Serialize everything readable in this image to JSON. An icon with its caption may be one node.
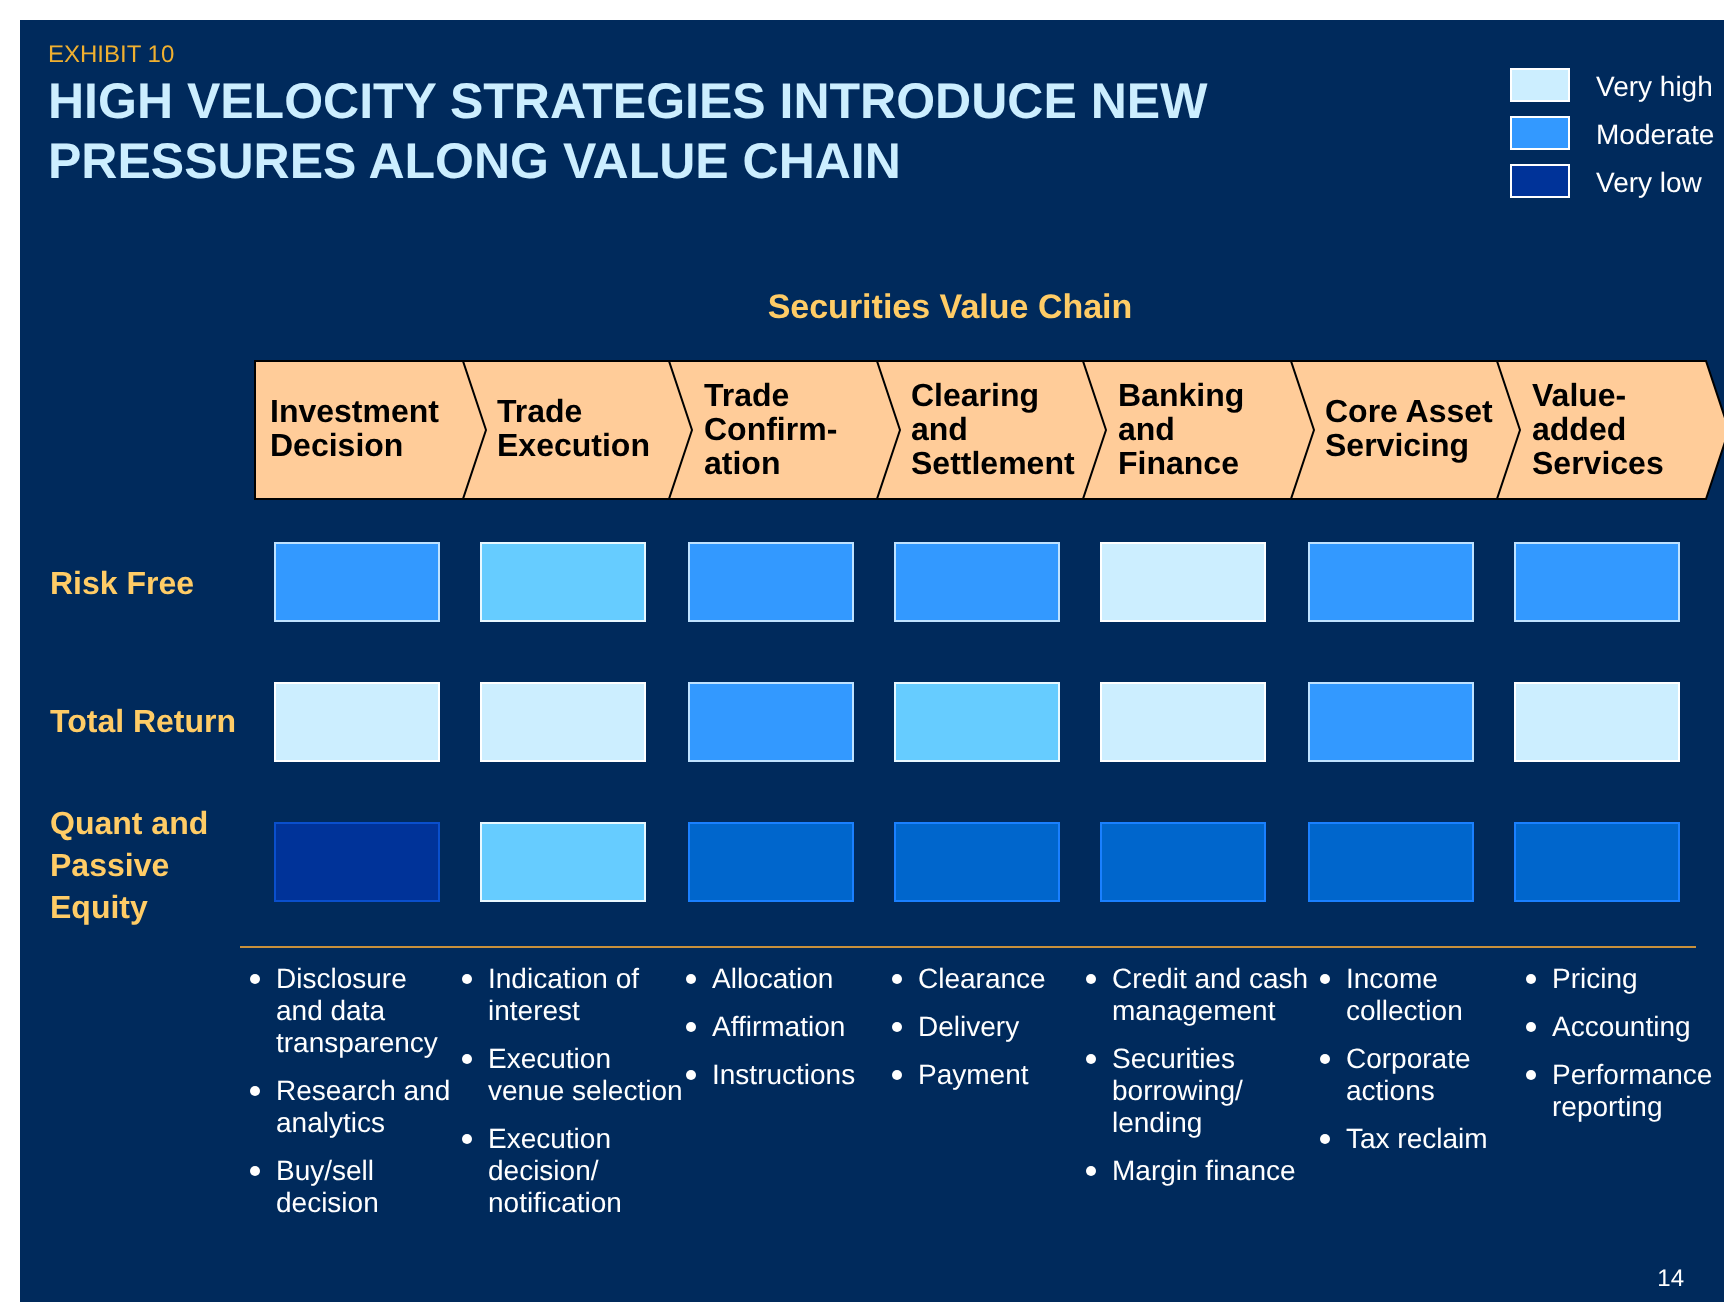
{
  "diagram": {
    "title": "HIGH VELOCITY STRATEGIES INTRODUCE NEW PRESSURES ALONG VALUE CHAIN",
    "nodes": [
      {
        "text": [
          "Investment Decision"
        ]
      },
      {
        "text": [
          "Trade Execution"
        ]
      },
      {
        "text": [
          "Trade Confirm- ation"
        ]
      },
      {
        "text": [
          "Clearing and Settlement"
        ]
      },
      {
        "text": [
          "Banking and Finance"
        ]
      },
      {
        "text": [
          "Core Asset Servicing"
        ]
      },
      {
        "text": [
          "Value- added Services"
        ]
      },
      {
        "text": [],
        "shape": "box"
      },
      {
        "text": [],
        "shape": "box"
      },
      {
        "text": [],
        "shape": "box"
      },
      {
        "text": [],
        "shape": "box"
      },
      {
        "text": [],
        "shape": "box"
      },
      {
        "text": [],
        "shape": "box"
      },
      {
        "text": [],
        "shape": "box"
      },
      {
        "text": [],
        "shape": "box"
      },
      {
        "text": [],
        "shape": "box"
      },
      {
        "text": [],
        "shape": "box"
      },
      {
        "text": [],
        "shape": "box"
      },
      {
        "text": [],
        "shape": "box"
      },
      {
        "text": [],
        "shape": "box"
      },
      {
        "text": [],
        "shape": "box"
      },
      {
        "text": [],
        "shape": "box"
      },
      {
        "text": [],
        "shape": "box"
      },
      {
        "text": [],
        "shape": "box"
      },
      {
        "text": [],
        "shape": "box"
      },
      {
        "text": [],
        "shape": "box"
      },
      {
        "text": [],
        "shape": "box"
      },
      {
        "text": [],
        "shape": "box"
      }
    ],
    "labels": [
      "EXHIBIT 10",
      "Securities Value Chain",
      "Risk Free",
      "Total Return",
      "Quant and Passive Equity",
      "Disclosure and data transparency",
      "Research and analytics",
      "Buy/sell decision",
      "Indication of interest",
      "Execution venue selection",
      "Execution decision/ notification",
      "Allocation",
      "Affirmation",
      "Instructions",
      "Clearance",
      "Delivery",
      "Payment",
      "Credit and cash management",
      "Securities borrowing/ lending",
      "Margin finance",
      "Income collection",
      "Corporate actions",
      "Tax reclaim",
      "Pricing",
      "Accounting",
      "Performance reporting",
      "14"
    ],
    "legend": [
      {
        "text": "Very high",
        "color": "#cceeff"
      },
      {
        "text": "Moderate",
        "color": "#3399ff"
      },
      {
        "text": "Very low",
        "color": "#003399"
      }
    ]
  }
}
